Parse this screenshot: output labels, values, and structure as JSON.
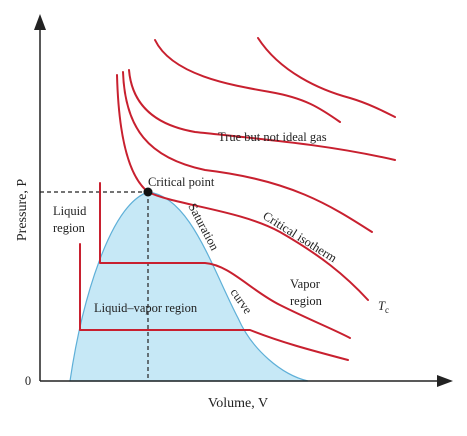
{
  "colors": {
    "isotherm": "#c8202f",
    "dome_fill": "#c6e8f6",
    "dome_stroke": "#5fb0d8",
    "axis": "#222222",
    "point": "#111111"
  },
  "labels": {
    "y_axis": "Pressure, P",
    "x_axis": "Volume, V",
    "origin": "0",
    "critical_point": "Critical point",
    "liquid_region_1": "Liquid",
    "liquid_region_2": "region",
    "vapor_region_1": "Vapor",
    "vapor_region_2": "region",
    "liquid_vapor_region": "Liquid–vapor region",
    "true_gas": "True but not ideal gas",
    "critical_isotherm": "Critical isotherm",
    "saturation": "Saturation",
    "curve": "curve",
    "tc": "T",
    "tc_sub": "c"
  }
}
